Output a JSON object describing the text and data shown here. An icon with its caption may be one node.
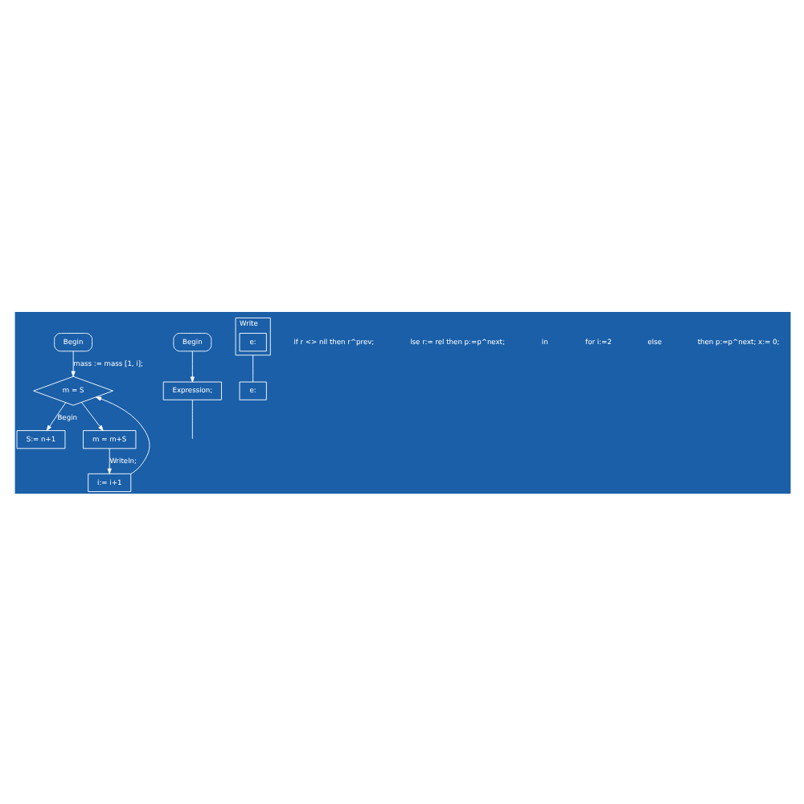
{
  "diagram": {
    "nodes": [
      {
        "text": [
          "Begin"
        ]
      },
      {
        "text": [
          "m = S"
        ]
      },
      {
        "text": [
          "S:= n+1"
        ]
      },
      {
        "text": [
          "m = m+S"
        ]
      },
      {
        "text": [
          "i:= i+1"
        ]
      },
      {
        "text": [
          "Begin"
        ]
      },
      {
        "text": [
          "Expression;"
        ]
      },
      {
        "text": [
          "Write"
        ]
      },
      {
        "text": [
          "e:"
        ],
        "in": 7
      },
      {
        "text": [
          "e:"
        ]
      }
    ],
    "edges": [
      {
        "from": 0,
        "to": 1,
        "arrow": "to",
        "label": "mass := mass [1, i];"
      },
      {
        "from": 4,
        "to": 1,
        "arrow": "to"
      },
      {
        "from": 1,
        "to": 2,
        "arrow": "to",
        "label": "Begin"
      },
      {
        "from": 1,
        "to": 3,
        "arrow": "to"
      },
      {
        "from": 3,
        "to": 4,
        "arrow": "to",
        "label": "Writeln;"
      },
      {
        "from": 5,
        "to": 6,
        "arrow": "to"
      },
      {
        "from": 6,
        "to": null,
        "arrow": "none"
      },
      {
        "from": 7,
        "to": 9,
        "arrow": "none"
      }
    ],
    "labels": [
      "if r <> nil then r^prev;",
      "lse r:= rel then p:=p^next;",
      "in",
      "for i:=2",
      "else",
      "then p:=p^next; x:= 0;"
    ]
  }
}
